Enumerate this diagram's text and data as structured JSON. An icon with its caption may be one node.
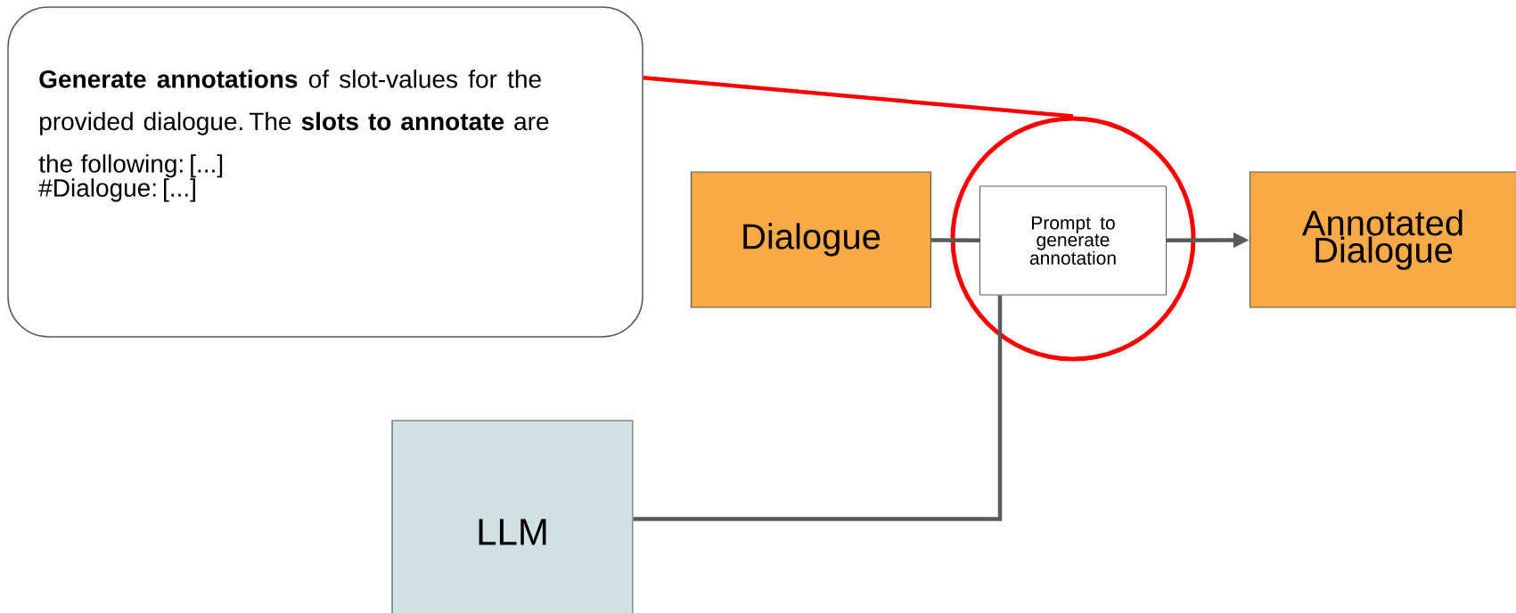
{
  "diagram": {
    "nodes": [
      {
        "text": [
          "**Generate annotations** of slot-values for the provided dialogue. The **slots to annotate** are the following: [...]",
          "#Dialogue: [...]"
        ]
      },
      {
        "text": [
          "Dialogue"
        ]
      },
      {
        "text": [],
        "shape": "circle"
      },
      {
        "text": [
          "Prompt to generate annotation"
        ],
        "in": 2
      },
      {
        "text": [
          "Annotated Dialogue"
        ]
      },
      {
        "text": [
          "LLM"
        ]
      }
    ],
    "edges": [
      {
        "from": 0,
        "to": 2,
        "arrow": "none",
        "color": "#ff0000"
      },
      {
        "from": 1,
        "to": 3,
        "arrow": "none"
      },
      {
        "from": 3,
        "to": 4,
        "arrow": "to"
      },
      {
        "from": 5,
        "to": 3,
        "arrow": "none"
      }
    ]
  }
}
